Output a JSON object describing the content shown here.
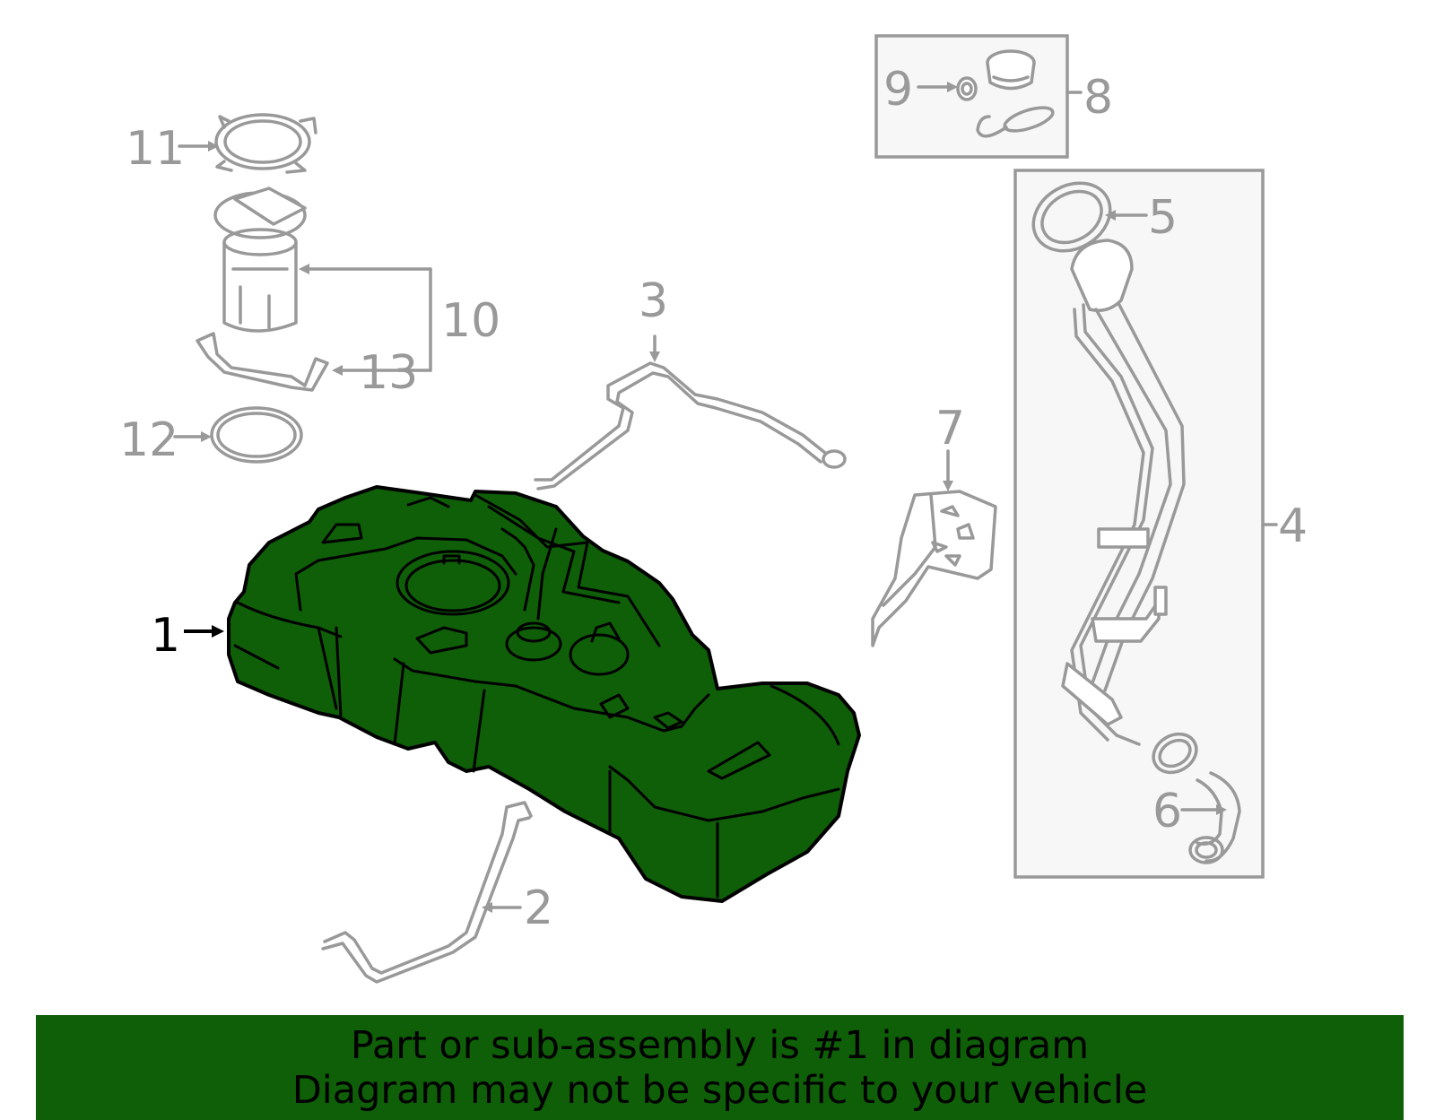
{
  "diagram": {
    "callouts": [
      {
        "id": "1",
        "label": "1",
        "highlighted": true
      },
      {
        "id": "2",
        "label": "2"
      },
      {
        "id": "3",
        "label": "3"
      },
      {
        "id": "4",
        "label": "4"
      },
      {
        "id": "5",
        "label": "5"
      },
      {
        "id": "6",
        "label": "6"
      },
      {
        "id": "7",
        "label": "7"
      },
      {
        "id": "8",
        "label": "8"
      },
      {
        "id": "9",
        "label": "9"
      },
      {
        "id": "10",
        "label": "10"
      },
      {
        "id": "11",
        "label": "11"
      },
      {
        "id": "12",
        "label": "12"
      },
      {
        "id": "13",
        "label": "13"
      }
    ],
    "highlight_color": "#0f5e08",
    "line_color": "#999999"
  },
  "banner": {
    "line1": "Part or sub-assembly is #1 in diagram",
    "line2": "Diagram may not be specific to your vehicle",
    "background": "#0f5e08"
  }
}
